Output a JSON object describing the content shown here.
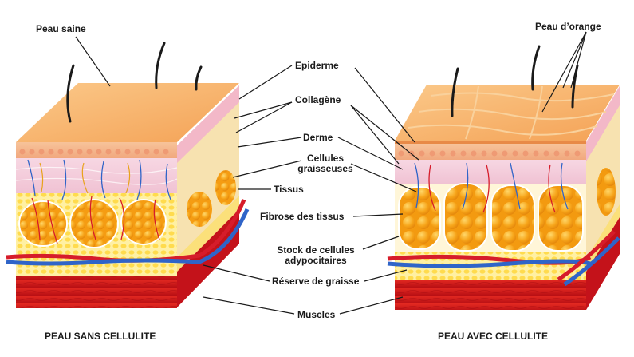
{
  "labels": {
    "peau_saine": "Peau saine",
    "peau_orange": "Peau d’orange",
    "epiderme": "Epiderme",
    "collagene": "Collagène",
    "derme": "Derme",
    "cellules_1": "Cellules",
    "cellules_2": "graisseuses",
    "tissus": "Tissus",
    "fibrose": "Fibrose des tissus",
    "stock_1": "Stock de cellules",
    "stock_2": "adypocitaires",
    "reserve": "Réserve de graisse",
    "muscles": "Muscles"
  },
  "captions": {
    "left": "PEAU SANS CELLULITE",
    "right": "PEAU AVEC CELLULITE"
  },
  "colors": {
    "skin_top": "#f7b26a",
    "epidermis": "#f6c49a",
    "dermis": "#f3c6d6",
    "fat_cell": "#f59c12",
    "fat_bg": "#fff1a6",
    "muscle": "#d9171d",
    "artery": "#d61c2a",
    "vein": "#2f64c8"
  }
}
